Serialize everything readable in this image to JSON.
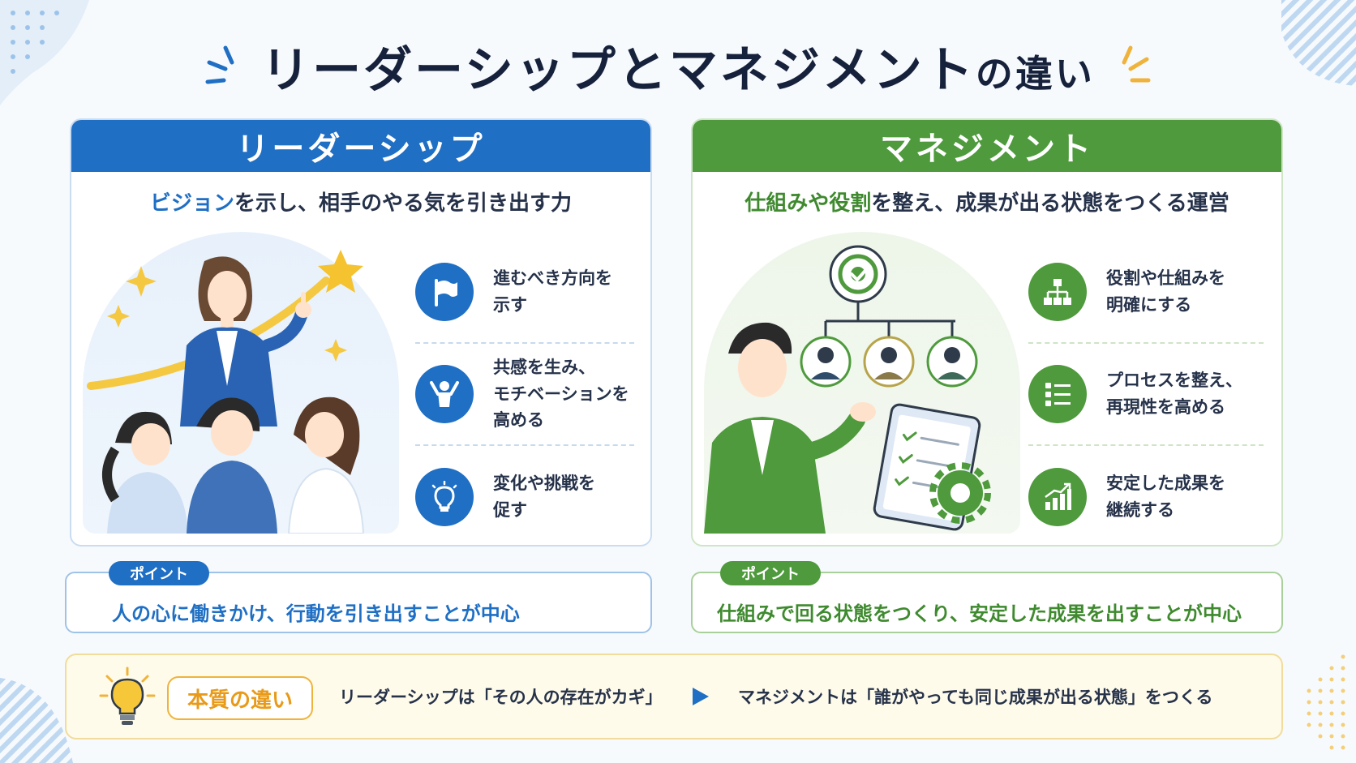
{
  "title": {
    "main": "リーダーシップとマネジメント",
    "suffix": "の違い"
  },
  "leadership": {
    "header": "リーダーシップ",
    "subtitle_highlight": "ビジョン",
    "subtitle_rest": "を示し、相手のやる気を引き出す力",
    "features": [
      {
        "icon": "flag-icon",
        "text": "進むべき方向を\n示す"
      },
      {
        "icon": "cheering-person-icon",
        "text": "共感を生み、\nモチベーションを\n高める"
      },
      {
        "icon": "lightbulb-icon",
        "text": "変化や挑戦を\n促す"
      }
    ],
    "point_badge": "ポイント",
    "point_text": "人の心に働きかけ、行動を引き出すことが中心"
  },
  "management": {
    "header": "マネジメント",
    "subtitle_highlight": "仕組みや役割",
    "subtitle_rest": "を整え、成果が出る状態をつくる運営",
    "features": [
      {
        "icon": "org-chart-icon",
        "text": "役割や仕組みを\n明確にする"
      },
      {
        "icon": "checklist-icon",
        "text": "プロセスを整え、\n再現性を高める"
      },
      {
        "icon": "growth-chart-icon",
        "text": "安定した成果を\n継続する"
      }
    ],
    "point_badge": "ポイント",
    "point_text": "仕組みで回る状態をつくり、安定した成果を出すことが中心"
  },
  "essence": {
    "badge": "本質の違い",
    "left_text": "リーダーシップは「その人の存在がカギ」",
    "right_text": "マネジメントは「誰がやっても同じ成果が出る状態」をつくる"
  },
  "colors": {
    "leadership": "#1f6fc4",
    "management": "#4e9a3c",
    "accent": "#efb33c"
  }
}
